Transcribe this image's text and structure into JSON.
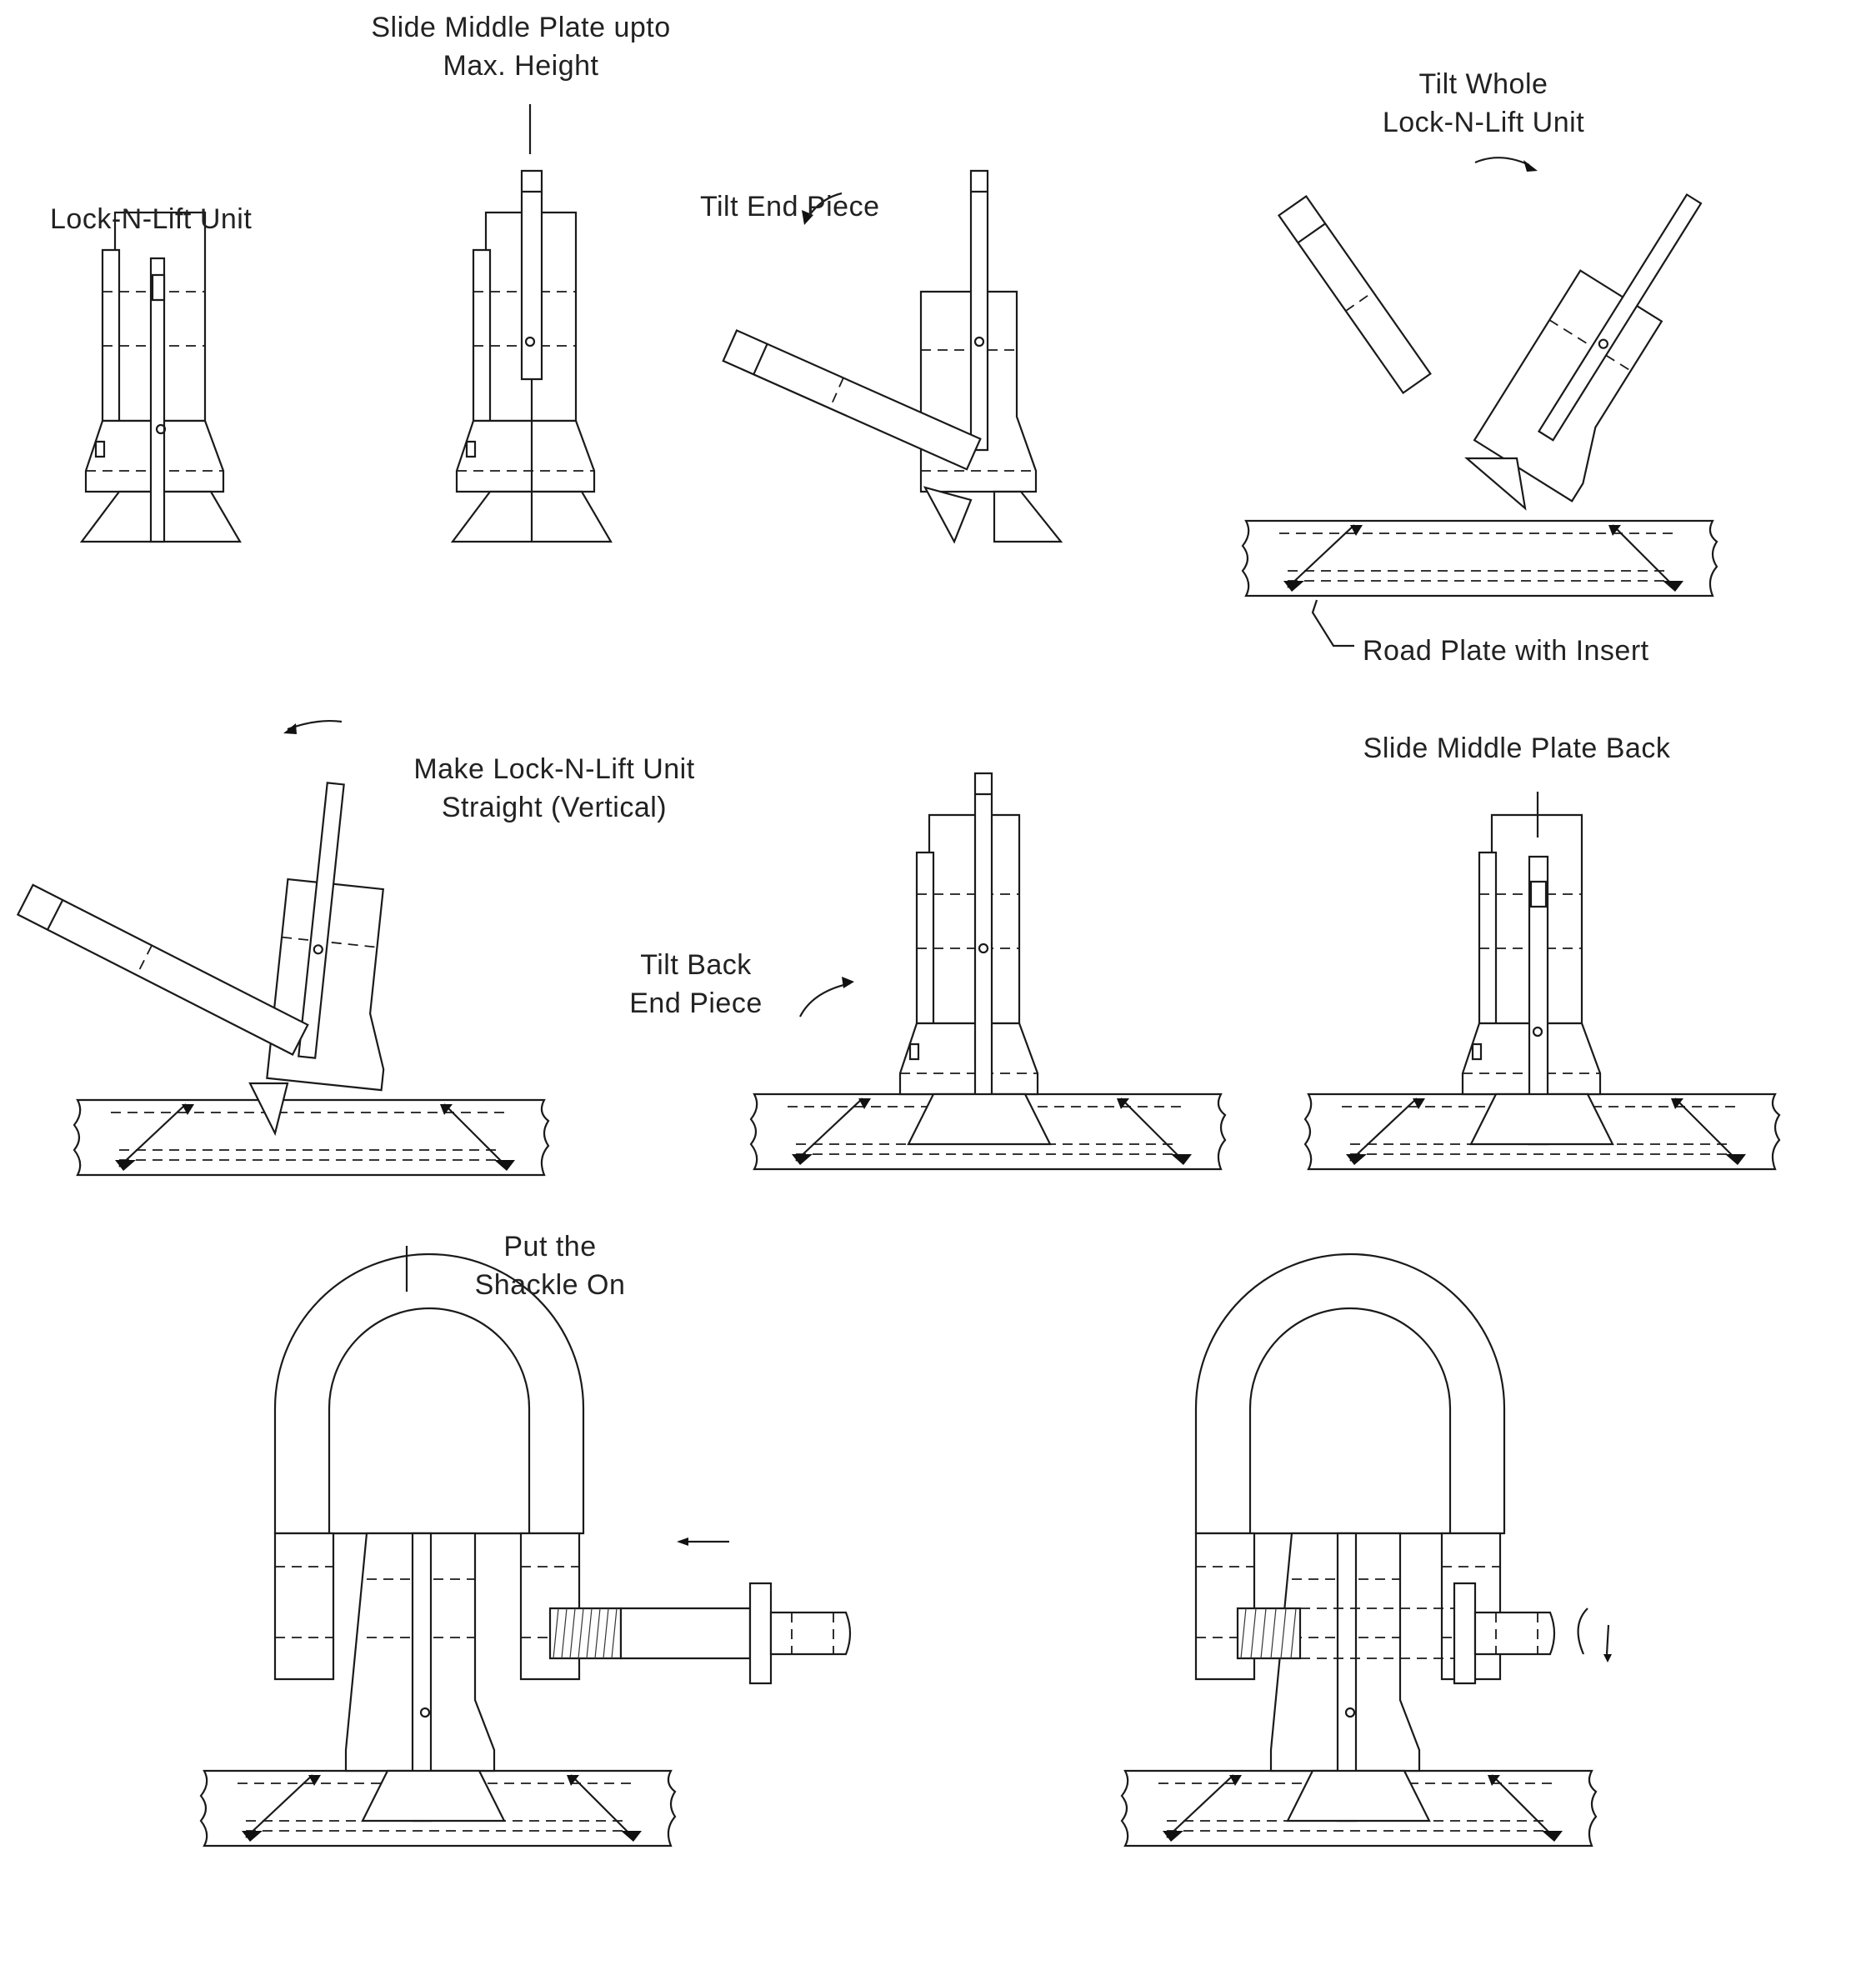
{
  "labels": {
    "unit": "Lock-N-Lift Unit",
    "slide_up_l1": "Slide Middle Plate upto",
    "slide_up_l2": "Max. Height",
    "tilt_end": "Tilt End Piece",
    "tilt_whole_l1": "Tilt Whole",
    "tilt_whole_l2": "Lock-N-Lift Unit",
    "road_plate": "Road Plate with Insert",
    "straight_l1": "Make Lock-N-Lift Unit",
    "straight_l2": "Straight (Vertical)",
    "tilt_back_l1": "Tilt Back",
    "tilt_back_l2": "End Piece",
    "slide_back": "Slide Middle Plate Back",
    "shackle_l1": "Put the",
    "shackle_l2": "Shackle On"
  },
  "colors": {
    "line": "#1a1a1a",
    "text": "#222222",
    "background": "#ffffff"
  }
}
